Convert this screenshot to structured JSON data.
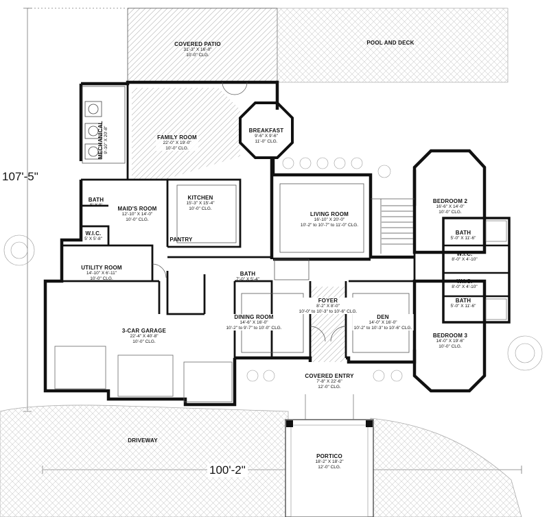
{
  "dimensions": {
    "depth": "107'-5\"",
    "width": "100'-2\""
  },
  "outdoor": {
    "covered_patio": {
      "name": "COVERED PATIO",
      "size": "31'-3\" X 16'-0\"",
      "ceiling": "10'-0\" CLG."
    },
    "pool_deck": {
      "name": "POOL AND DECK"
    },
    "driveway": {
      "name": "DRIVEWAY"
    },
    "portico": {
      "name": "PORTICO",
      "size": "18'-2\" X 18'-2\"",
      "ceiling": "12'-0\" CLG."
    },
    "covered_entry": {
      "name": "COVERED ENTRY",
      "size": "7'-8\" X 22'-6\"",
      "ceiling": "12'-0\" CLG."
    }
  },
  "rooms": {
    "mechanical": {
      "name": "MECHANICAL",
      "size": "9'-10\" X 20'-8\""
    },
    "family_room": {
      "name": "FAMILY ROOM",
      "size": "22'-0\" X 19'-0\"",
      "ceiling": "10'-0\" CLG."
    },
    "breakfast": {
      "name": "BREAKFAST",
      "size": "9'-6\" X 9'-6\"",
      "ceiling": "11'-0\" CLG."
    },
    "bath_maid": {
      "name": "BATH",
      "size": "5' X 8'"
    },
    "maids_room": {
      "name": "MAID'S ROOM",
      "size": "12'-10\" X 14'-0\"",
      "ceiling": "10'-0\" CLG."
    },
    "wic_maid": {
      "name": "W.I.C.",
      "size": "5' X 5'-8\""
    },
    "kitchen": {
      "name": "KITCHEN",
      "size": "15'-3\" X 15'-4\"",
      "ceiling": "10'-0\" CLG."
    },
    "pantry": {
      "name": "PANTRY"
    },
    "living_room": {
      "name": "LIVING ROOM",
      "size": "16'-10\" X 20'-0\"",
      "ceiling": "10'-2\" to 10'-7\" to 11'-0\" CLG."
    },
    "bedroom_2": {
      "name": "BEDROOM 2",
      "size": "16'-6\" X 14'-0\"",
      "ceiling": "10'-0\" CLG."
    },
    "bath_b2": {
      "name": "BATH",
      "size": "5'-0\" X 11'-6\""
    },
    "wic_b2": {
      "name": "W.I.C.",
      "size": "8'-0\" X 4'-10\""
    },
    "wic_b3": {
      "name": "W.I.C.",
      "size": "8'-0\" X 4'-10\""
    },
    "bath_b3": {
      "name": "BATH",
      "size": "5'-0\" X 11'-6\""
    },
    "bedroom_3": {
      "name": "BEDROOM 3",
      "size": "14'-0\" X 19'-6\"",
      "ceiling": "10'-0\" CLG."
    },
    "utility_room": {
      "name": "UTILITY ROOM",
      "size": "14'-10\" X 6'-11\"",
      "ceiling": "10'-0\" CLG."
    },
    "bath_hall": {
      "name": "BATH",
      "size": "7'-0\" X 5'-4\""
    },
    "dining_room": {
      "name": "DINING ROOM",
      "size": "14'-6\" X 16'-0\"",
      "ceiling": "10'-2\" to 9'-7\" to 10'-0\" CLG."
    },
    "foyer": {
      "name": "FOYER",
      "size": "8'-2\" X 8'-0\"",
      "ceiling": "10'-0\" to 10'-3\" to 10'-6\" CLG."
    },
    "den": {
      "name": "DEN",
      "size": "14'-0\" X 16'-0\"",
      "ceiling": "10'-2\" to 10'-3\" to 10'-6\" CLG."
    },
    "garage": {
      "name": "3-CAR GARAGE",
      "size": "22'-4\" X 40'-8\"",
      "ceiling": "10'-0\" CLG."
    }
  },
  "colors": {
    "wall": "#111111",
    "hatch": "#c8c8c8",
    "line": "#444444"
  }
}
